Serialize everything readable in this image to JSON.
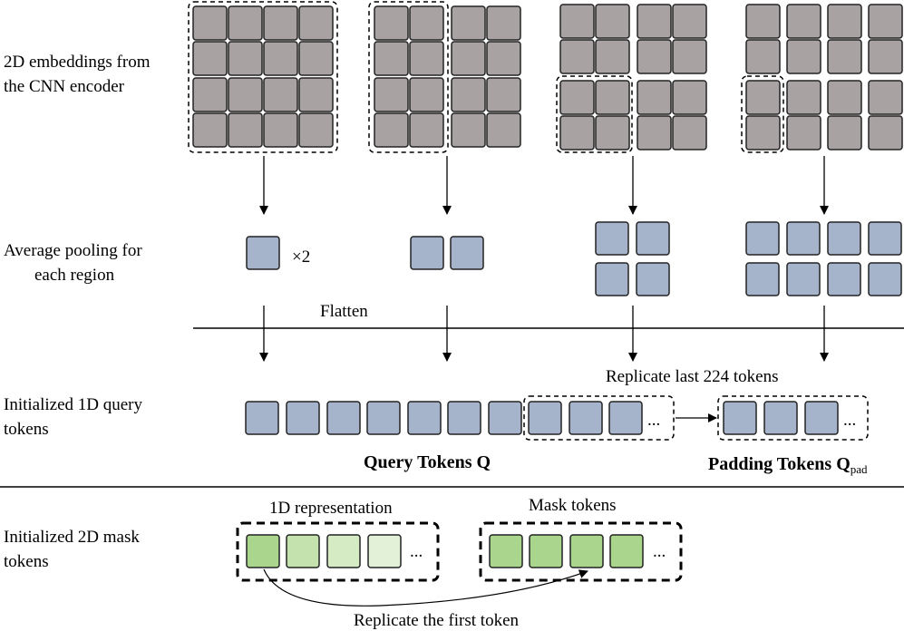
{
  "rows": {
    "row1_line1": "2D embeddings from",
    "row1_line2": "the CNN encoder",
    "row2_line1": "Average pooling for",
    "row2_line2": "each region",
    "row3_line1": "Initialized 1D query",
    "row3_line2": "tokens",
    "row4_line1": "Initialized 2D mask",
    "row4_line2": "tokens"
  },
  "labels": {
    "times_two": "×2",
    "flatten": "Flatten",
    "replicate_last": "Replicate last 224 tokens",
    "query_tokens": "Query Tokens Q",
    "padding_tokens": "Padding Tokens Q",
    "padding_subscript": "pad",
    "representation_1d": "1D representation",
    "mask_tokens": "Mask tokens",
    "replicate_first": "Replicate the first token",
    "ellipsis": "..."
  },
  "colors": {
    "embedding_gray": "#a8a3a2",
    "pooled_blue": "#a6b4cb",
    "green_1": "#a9d58d",
    "green_2": "#c3e2ad",
    "green_3": "#d4ebc4",
    "green_4": "#e2f1d8",
    "mask_green": "#a9d58d"
  }
}
